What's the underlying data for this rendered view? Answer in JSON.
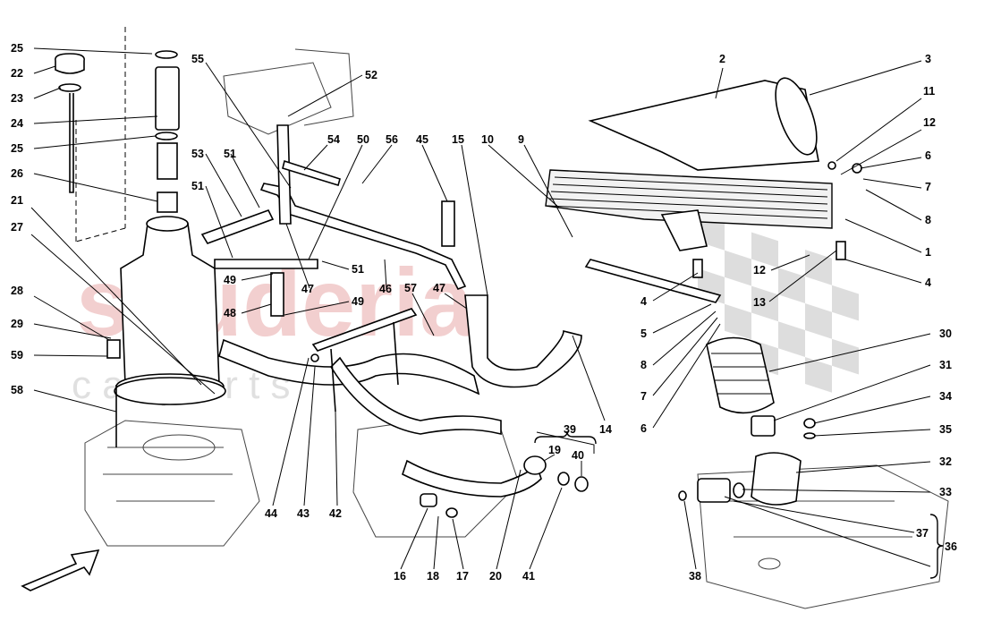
{
  "watermark": {
    "main": "scuderia",
    "sub": "c a r   p a r t s",
    "color": "#e8a8a8"
  },
  "callouts": [
    {
      "id": "25a",
      "label": "25"
    },
    {
      "id": "22",
      "label": "22"
    },
    {
      "id": "23",
      "label": "23"
    },
    {
      "id": "24",
      "label": "24"
    },
    {
      "id": "25b",
      "label": "25"
    },
    {
      "id": "26",
      "label": "26"
    },
    {
      "id": "21",
      "label": "21"
    },
    {
      "id": "27",
      "label": "27"
    },
    {
      "id": "28",
      "label": "28"
    },
    {
      "id": "29",
      "label": "29"
    },
    {
      "id": "59",
      "label": "59"
    },
    {
      "id": "58",
      "label": "58"
    },
    {
      "id": "55",
      "label": "55"
    },
    {
      "id": "53",
      "label": "53"
    },
    {
      "id": "51a",
      "label": "51"
    },
    {
      "id": "51b",
      "label": "51"
    },
    {
      "id": "52",
      "label": "52"
    },
    {
      "id": "54",
      "label": "54"
    },
    {
      "id": "50",
      "label": "50"
    },
    {
      "id": "56",
      "label": "56"
    },
    {
      "id": "51c",
      "label": "51"
    },
    {
      "id": "49a",
      "label": "49"
    },
    {
      "id": "48",
      "label": "48"
    },
    {
      "id": "49b",
      "label": "49"
    },
    {
      "id": "47a",
      "label": "47"
    },
    {
      "id": "46",
      "label": "46"
    },
    {
      "id": "45",
      "label": "45"
    },
    {
      "id": "15",
      "label": "15"
    },
    {
      "id": "57",
      "label": "57"
    },
    {
      "id": "47b",
      "label": "47"
    },
    {
      "id": "10",
      "label": "10"
    },
    {
      "id": "9",
      "label": "9"
    },
    {
      "id": "44",
      "label": "44"
    },
    {
      "id": "43",
      "label": "43"
    },
    {
      "id": "42",
      "label": "42"
    },
    {
      "id": "14",
      "label": "14"
    },
    {
      "id": "39",
      "label": "39"
    },
    {
      "id": "19",
      "label": "19"
    },
    {
      "id": "40",
      "label": "40"
    },
    {
      "id": "16",
      "label": "16"
    },
    {
      "id": "18",
      "label": "18"
    },
    {
      "id": "17",
      "label": "17"
    },
    {
      "id": "20",
      "label": "20"
    },
    {
      "id": "41",
      "label": "41"
    },
    {
      "id": "2",
      "label": "2"
    },
    {
      "id": "3",
      "label": "3"
    },
    {
      "id": "11",
      "label": "11"
    },
    {
      "id": "12a",
      "label": "12"
    },
    {
      "id": "6a",
      "label": "6"
    },
    {
      "id": "7a",
      "label": "7"
    },
    {
      "id": "8a",
      "label": "8"
    },
    {
      "id": "1",
      "label": "1"
    },
    {
      "id": "12b",
      "label": "12"
    },
    {
      "id": "13",
      "label": "13"
    },
    {
      "id": "4a",
      "label": "4"
    },
    {
      "id": "4b",
      "label": "4"
    },
    {
      "id": "5",
      "label": "5"
    },
    {
      "id": "8b",
      "label": "8"
    },
    {
      "id": "7b",
      "label": "7"
    },
    {
      "id": "6b",
      "label": "6"
    },
    {
      "id": "30",
      "label": "30"
    },
    {
      "id": "31",
      "label": "31"
    },
    {
      "id": "34",
      "label": "34"
    },
    {
      "id": "35",
      "label": "35"
    },
    {
      "id": "32",
      "label": "32"
    },
    {
      "id": "33",
      "label": "33"
    },
    {
      "id": "37",
      "label": "37"
    },
    {
      "id": "36",
      "label": "36"
    },
    {
      "id": "38",
      "label": "38"
    }
  ]
}
